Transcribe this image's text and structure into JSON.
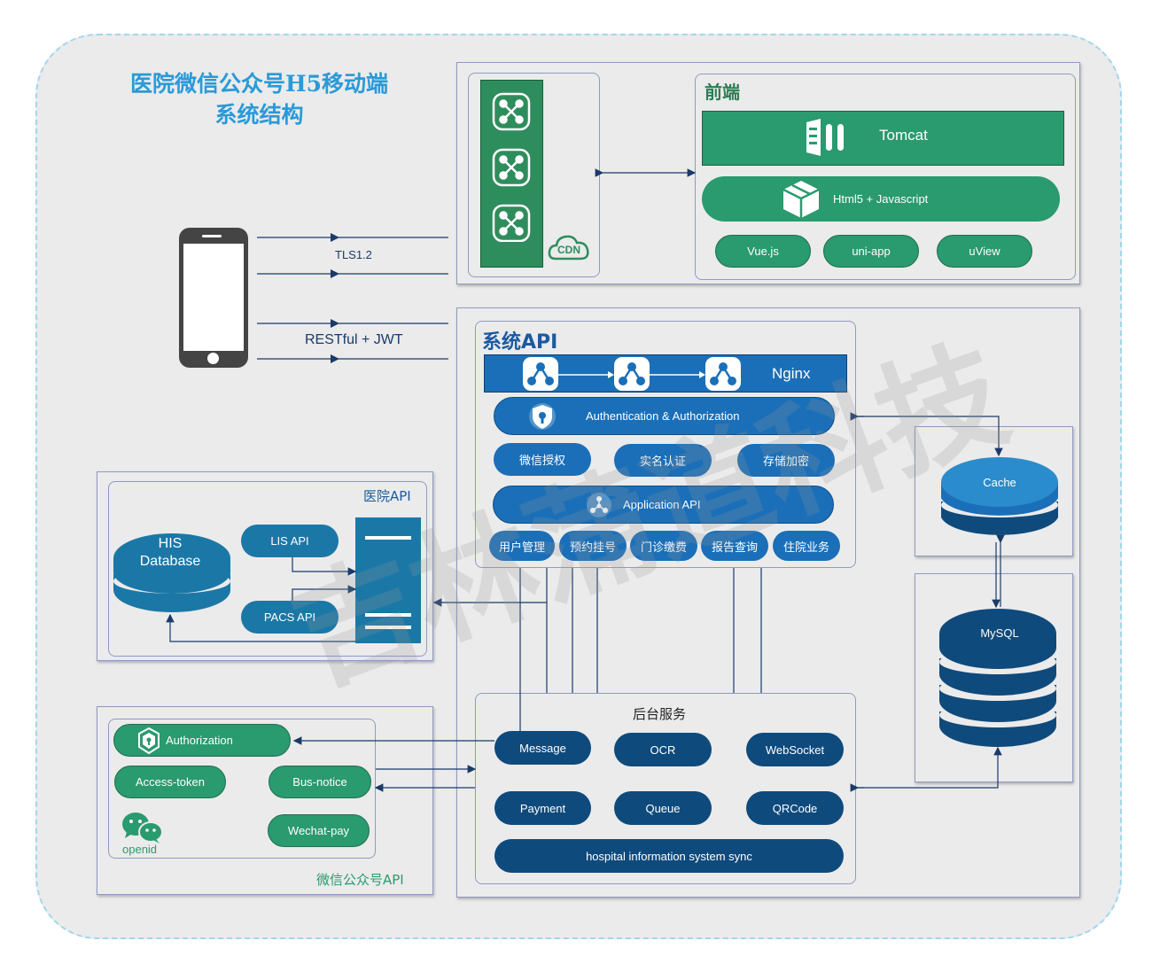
{
  "title_line1": "医院微信公众号H5移动端",
  "title_line2": "系统结构",
  "connections": {
    "tls": "TLS1.2",
    "restful": "RESTful + JWT"
  },
  "cdn": {
    "label": "CDN"
  },
  "frontend": {
    "title": "前端",
    "tomcat": "Tomcat",
    "html5": "Html5 + Javascript",
    "frameworks": [
      "Vue.js",
      "uni-app",
      "uView"
    ]
  },
  "system_api": {
    "title": "系统API",
    "nginx": "Nginx",
    "auth": "Authentication & Authorization",
    "auth_items": [
      "微信授权",
      "实名认证",
      "存储加密"
    ],
    "app_api": "Application API",
    "app_items": [
      "用户管理",
      "预约挂号",
      "门诊缴费",
      "报告查询",
      "住院业务"
    ]
  },
  "hospital_api": {
    "title": "医院API",
    "his_db": [
      "HIS",
      "Database"
    ],
    "lis": "LIS API",
    "pacs": "PACS API"
  },
  "wechat_api": {
    "title": "微信公众号API",
    "authorization": "Authorization",
    "access_token": "Access-token",
    "bus_notice": "Bus-notice",
    "wechat_pay": "Wechat-pay",
    "openid": "openid"
  },
  "backend": {
    "title": "后台服务",
    "services": [
      "Message",
      "OCR",
      "WebSocket",
      "Payment",
      "Queue",
      "QRCode"
    ],
    "sync": "hospital information system sync"
  },
  "storage": {
    "cache": "Cache",
    "mysql": "MySQL"
  },
  "watermark": "吉林蒲道科技",
  "colors": {
    "title_blue": "#2a9ad8",
    "primary_blue": "#1a6fb8",
    "navy": "#0f4a7c",
    "green": "#2a9a6f",
    "dark_green": "#2a7d55"
  }
}
